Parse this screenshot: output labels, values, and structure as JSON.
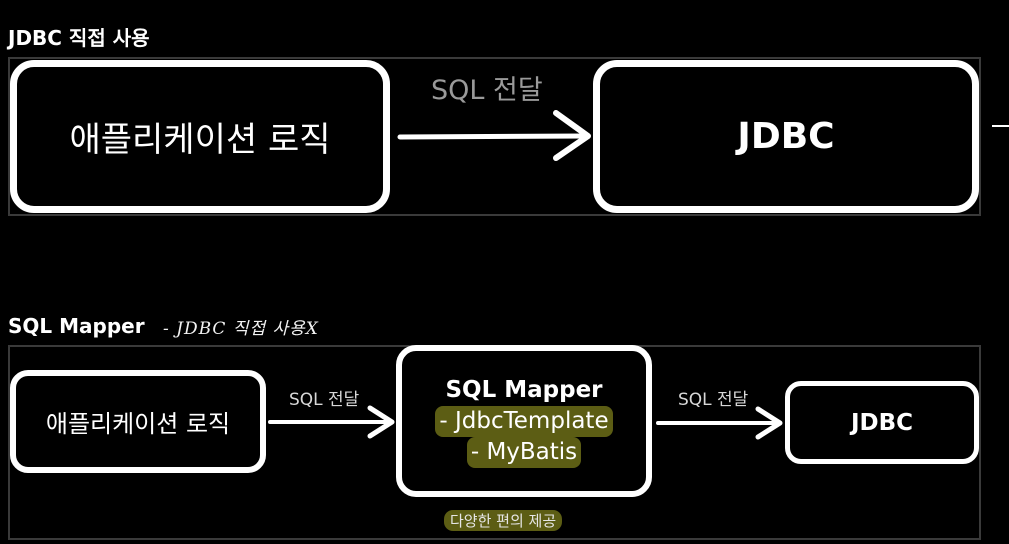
{
  "section1": {
    "heading": "JDBC 직접 사용",
    "app_box": "애플리케이션 로직",
    "arrow_label": "SQL 전달",
    "jdbc_box": "JDBC"
  },
  "section2": {
    "heading": "SQL Mapper",
    "note": "- JDBC 직접 사용X",
    "app_box": "애플리케이션 로직",
    "arrow_label_1": "SQL 전달",
    "mapper_box": {
      "title": "SQL Mapper",
      "items": [
        "- JdbcTemplate",
        "- MyBatis"
      ]
    },
    "arrow_label_2": "SQL 전달",
    "jdbc_box": "JDBC",
    "caption": "다양한 편의 제공"
  },
  "colors": {
    "background": "#000000",
    "box_border": "#ffffff",
    "frame": "#3a3a3a",
    "arrow_label": "#9a9a9a",
    "highlight": "#5c5d14"
  }
}
